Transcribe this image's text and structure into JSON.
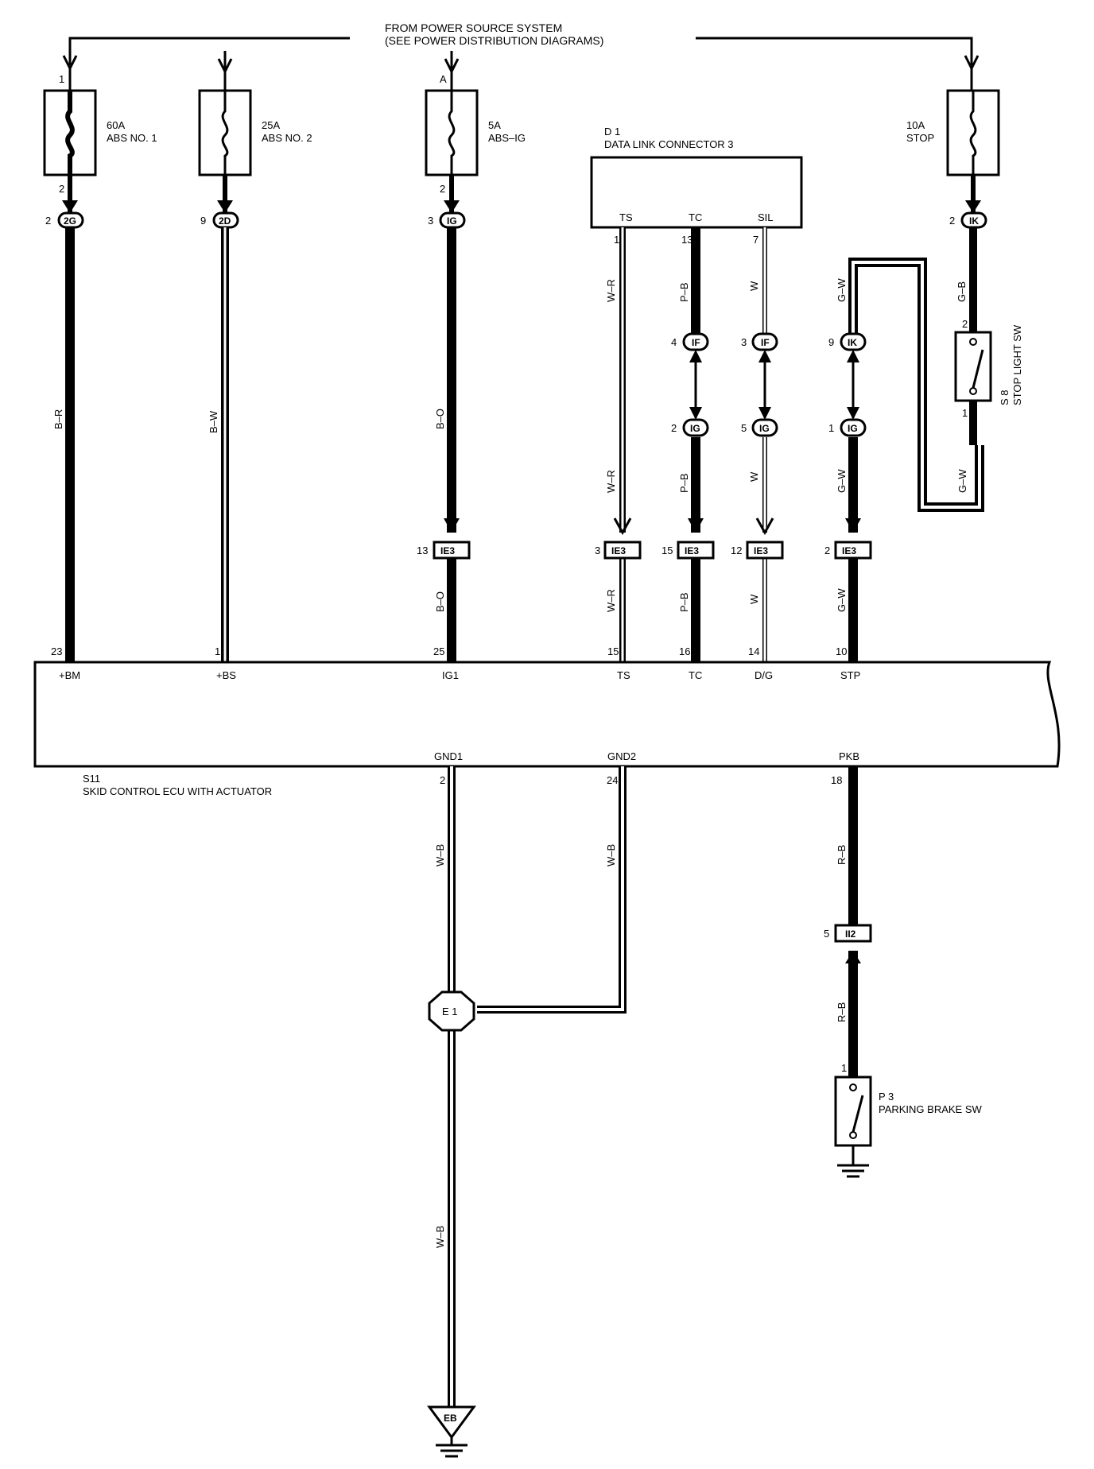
{
  "header": {
    "line1": "FROM POWER SOURCE SYSTEM",
    "line2": "(SEE POWER DISTRIBUTION DIAGRAMS)"
  },
  "fuses": [
    {
      "rating": "60A",
      "name": "ABS NO. 1",
      "in_pin": "1",
      "out_pin": "2"
    },
    {
      "rating": "25A",
      "name": "ABS NO. 2"
    },
    {
      "rating": "5A",
      "name": "ABS–IG",
      "in_pin": "A",
      "out_pin": "2"
    },
    {
      "rating": "10A",
      "name": "STOP"
    }
  ],
  "dlc": {
    "id": "D 1",
    "name": "DATA LINK CONNECTOR 3",
    "pins": [
      "TS",
      "TC",
      "SIL"
    ],
    "pin_nums": [
      "12",
      "13",
      "7"
    ]
  },
  "connectors": {
    "c2G": {
      "pin": "2",
      "code": "2G"
    },
    "c2D": {
      "pin": "9",
      "code": "2D"
    },
    "cIG3": {
      "pin": "3",
      "code": "IG"
    },
    "cIK2": {
      "pin": "2",
      "code": "IK"
    },
    "cIF4": {
      "pin": "4",
      "code": "IF"
    },
    "cIF3": {
      "pin": "3",
      "code": "IF"
    },
    "cIK9": {
      "pin": "9",
      "code": "IK"
    },
    "cIG2": {
      "pin": "2",
      "code": "IG"
    },
    "cIG5": {
      "pin": "5",
      "code": "IG"
    },
    "cIG1": {
      "pin": "1",
      "code": "IG"
    },
    "ie13": {
      "pin": "13",
      "code": "IE3"
    },
    "ie3": {
      "pin": "3",
      "code": "IE3"
    },
    "ie15": {
      "pin": "15",
      "code": "IE3"
    },
    "ie12": {
      "pin": "12",
      "code": "IE3"
    },
    "ie2": {
      "pin": "2",
      "code": "IE3"
    },
    "ii2": {
      "pin": "5",
      "code": "II2"
    }
  },
  "wire_colors": {
    "bm": "B–R",
    "bs": "B–W",
    "ig": "B–O",
    "ts": "W–R",
    "tc": "P–B",
    "dg": "W",
    "stp": "G–W",
    "stop_in": "G–B",
    "gnd": "W–B",
    "pkb": "R–B"
  },
  "stop_sw": {
    "id": "S 8",
    "name": "STOP LIGHT SW",
    "pin_top": "2",
    "pin_bot": "1"
  },
  "ecu": {
    "id": "S11",
    "name": "SKID CONTROL ECU WITH ACTUATOR",
    "top_pins": [
      {
        "num": "23",
        "name": "+BM"
      },
      {
        "num": "1",
        "name": "+BS"
      },
      {
        "num": "25",
        "name": "IG1"
      },
      {
        "num": "15",
        "name": "TS"
      },
      {
        "num": "16",
        "name": "TC"
      },
      {
        "num": "14",
        "name": "D/G"
      },
      {
        "num": "10",
        "name": "STP"
      }
    ],
    "bottom_pins": [
      {
        "num": "2",
        "name": "GND1"
      },
      {
        "num": "24",
        "name": "GND2"
      },
      {
        "num": "18",
        "name": "PKB"
      }
    ]
  },
  "ground_junction": "E 1",
  "ground_point": "EB",
  "pkb_sw": {
    "id": "P 3",
    "name": "PARKING BRAKE SW",
    "pin": "1"
  }
}
